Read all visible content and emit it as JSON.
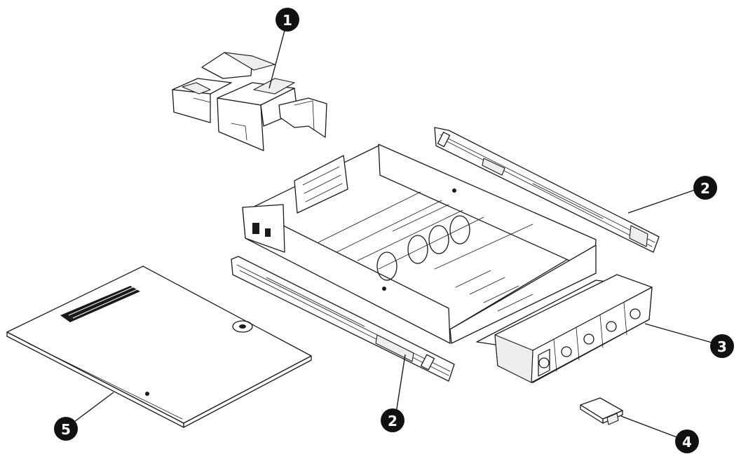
{
  "callouts": [
    {
      "id": "c1",
      "label": "1"
    },
    {
      "id": "c2a",
      "label": "2"
    },
    {
      "id": "c3",
      "label": "3"
    },
    {
      "id": "c2b",
      "label": "2"
    },
    {
      "id": "c4",
      "label": "4"
    },
    {
      "id": "c5",
      "label": "5"
    }
  ],
  "parts": [
    {
      "callout": "1",
      "icon": "air-baffle-icon"
    },
    {
      "callout": "2",
      "icon": "rail-icon"
    },
    {
      "callout": "3",
      "icon": "fan-cage-icon"
    },
    {
      "callout": "4",
      "icon": "drive-blank-icon"
    },
    {
      "callout": "5",
      "icon": "access-panel-icon"
    }
  ],
  "colors": {
    "line": "#1a1a1a",
    "callout": "#111111",
    "background": "#ffffff"
  }
}
